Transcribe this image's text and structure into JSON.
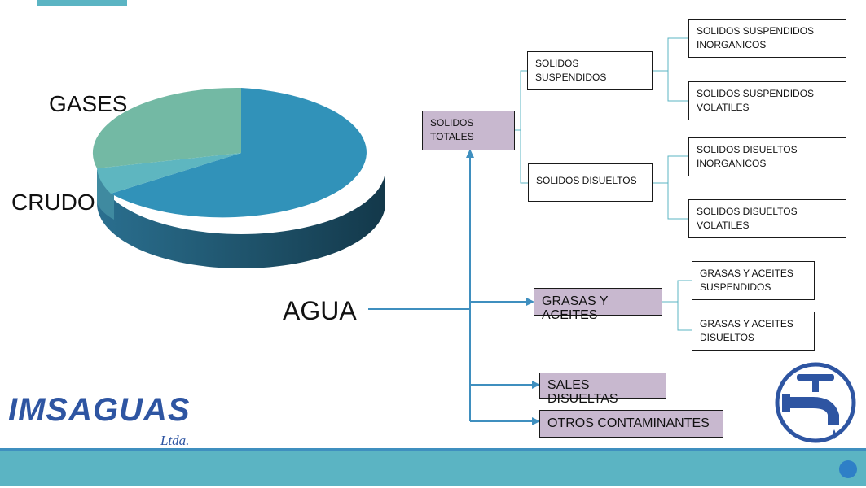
{
  "pie": {
    "labels": {
      "gases": "GASES",
      "crudo": "CRUDO",
      "agua": "AGUA"
    }
  },
  "tree": {
    "solidos_totales": "SOLIDOS TOTALES",
    "solidos_suspendidos": "SOLIDOS SUSPENDIDOS",
    "solidos_disueltos": "SOLIDOS DISUELTOS",
    "ss_inorganicos": "SOLIDOS SUSPENDIDOS INORGANICOS",
    "ss_volatiles": "SOLIDOS SUSPENDIDOS VOLATILES",
    "sd_inorganicos": "SOLIDOS DISUELTOS INORGANICOS",
    "sd_volatiles": "SOLIDOS DISUELTOS VOLATILES",
    "grasas_aceites": "GRASAS Y ACEITES",
    "ga_suspendidos": "GRASAS Y ACEITES SUSPENDIDOS",
    "ga_disueltos": "GRASAS Y ACEITES DISUELTOS",
    "sales_disueltas": "SALES DISUELTAS",
    "otros_contaminantes": "OTROS CONTAMINANTES"
  },
  "logo": {
    "name": "IMSAGUAS",
    "suffix": "Ltda."
  },
  "colors": {
    "accent": "#5bb4c3",
    "line": "#3f8fbf",
    "purple": "#c8b8cf",
    "pie_main": "#3192b9",
    "pie_gases": "#73b9a4",
    "pie_crudo": "#5eb6c0"
  },
  "icons": [
    "faucet-icon",
    "slide-nav-dot-icon"
  ]
}
